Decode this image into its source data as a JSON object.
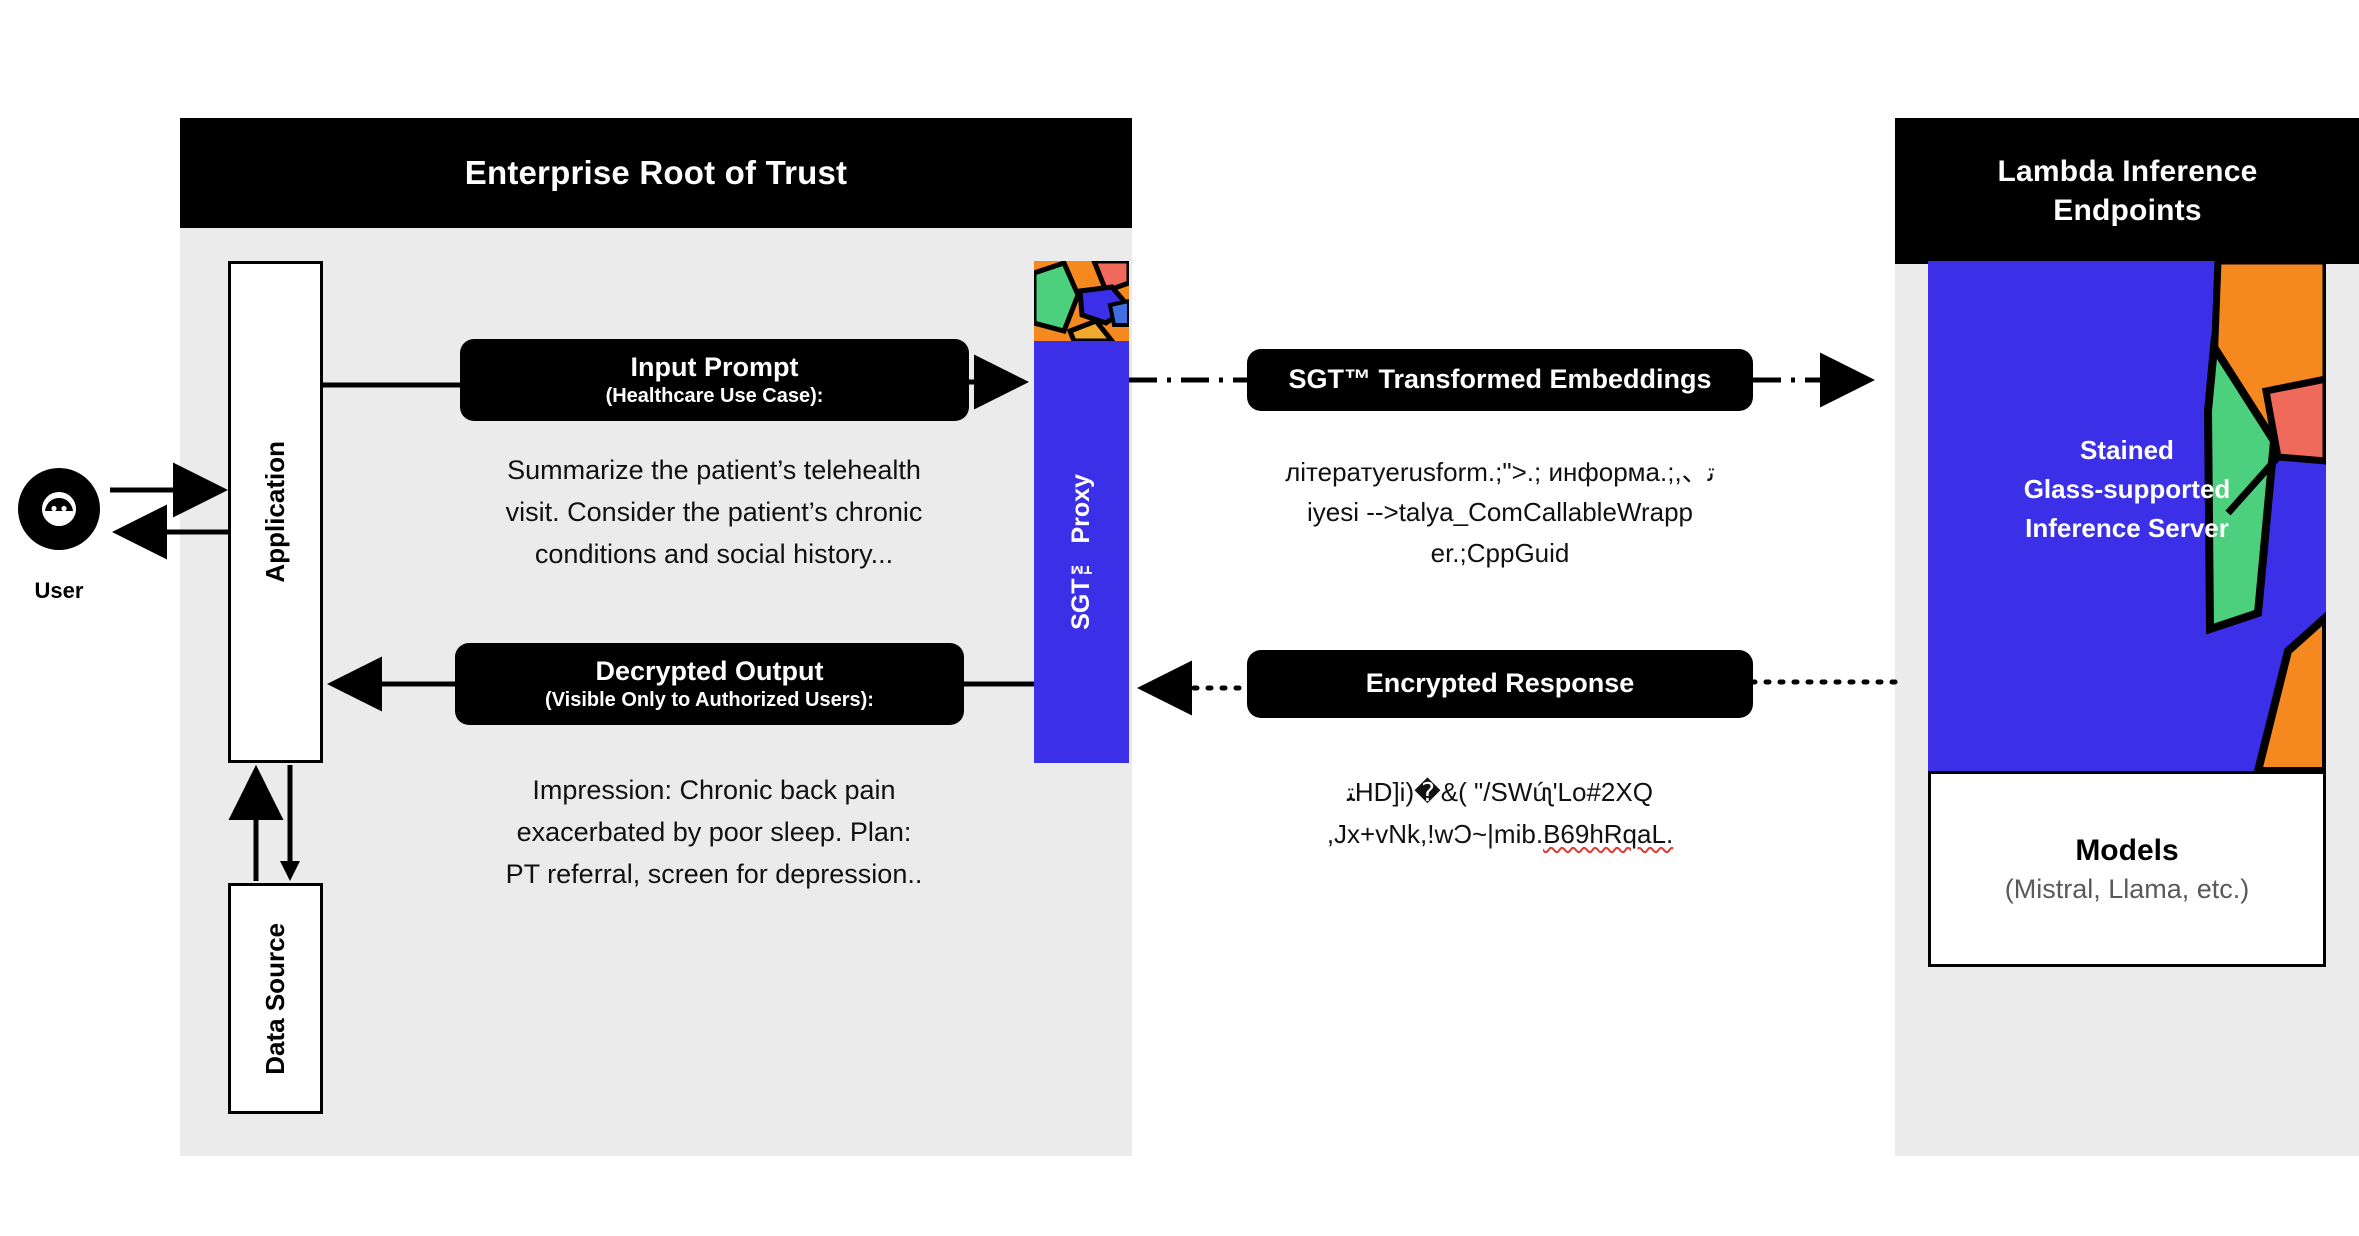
{
  "diagram": {
    "title_left_panel": "Enterprise Root of Trust",
    "title_right_panel_line1": "Lambda Inference",
    "title_right_panel_line2": "Endpoints"
  },
  "user": {
    "label": "User",
    "icon": "user-avatar-icon"
  },
  "application": {
    "label": "Application"
  },
  "data_source": {
    "label": "Data Source"
  },
  "sgt_proxy": {
    "label": "SGT™ Proxy"
  },
  "input_prompt": {
    "title": "Input Prompt",
    "subtitle": "(Healthcare Use Case):",
    "body_line1": "Summarize the patient’s telehealth",
    "body_line2": "visit. Consider the patient’s chronic",
    "body_line3": "conditions and social history..."
  },
  "decrypted_output": {
    "title": "Decrypted Output",
    "subtitle": "(Visible Only to Authorized Users):",
    "body_line1": "Impression: Chronic back pain",
    "body_line2": "exacerbated by poor sleep. Plan:",
    "body_line3": "PT referral, screen for depression.."
  },
  "transformed_embeddings": {
    "title": "SGT™ Transformed Embeddings",
    "body_line1": "літератyerusform.;\">.; информа.;,、ﺗ",
    "body_line2": "iyesi -->talya_ComCallableWrapp",
    "body_line3": "er.;CppGuid"
  },
  "encrypted_response": {
    "title": "Encrypted Response",
    "body_line1": "ﺘHD]i)�&( \"/SWúʅ'Lo#2XQ",
    "body_line2_plain": ",Jx+vNk,!wƆ~|mib.",
    "body_line2_flagged": "B69hRqaL."
  },
  "inference_server": {
    "label_line1": "Stained",
    "label_line2": "Glass-supported",
    "label_line3": "Inference Server"
  },
  "models": {
    "title": "Models",
    "subtitle": "(Mistral, Llama, etc.)"
  },
  "connectors": [
    {
      "name": "user-to-application",
      "style": "solid",
      "direction": "right"
    },
    {
      "name": "application-to-user",
      "style": "solid",
      "direction": "left"
    },
    {
      "name": "application-to-input-prompt",
      "style": "solid",
      "direction": "right"
    },
    {
      "name": "input-prompt-to-sgt-proxy",
      "style": "solid",
      "direction": "right"
    },
    {
      "name": "sgt-proxy-to-embeddings",
      "style": "dash-dot",
      "direction": "right"
    },
    {
      "name": "embeddings-to-inference-endpoints",
      "style": "dash-dot",
      "direction": "right"
    },
    {
      "name": "inference-endpoints-to-encrypted-response",
      "style": "dotted",
      "direction": "left"
    },
    {
      "name": "encrypted-response-to-sgt-proxy",
      "style": "dotted",
      "direction": "left"
    },
    {
      "name": "sgt-proxy-to-decrypted-output",
      "style": "solid",
      "direction": "left"
    },
    {
      "name": "decrypted-output-to-application",
      "style": "solid",
      "direction": "left"
    },
    {
      "name": "data-source-to-application",
      "style": "solid",
      "direction": "up"
    },
    {
      "name": "application-to-data-source",
      "style": "solid",
      "direction": "down"
    }
  ],
  "colors": {
    "panel_background": "#ebebeb",
    "header_background": "#000000",
    "accent_blue": "#3b2fe8",
    "glass_orange": "#f5881f",
    "glass_green": "#4cd07d",
    "glass_salmon": "#ef6a5a",
    "glass_blue_light": "#3f6fe0",
    "glass_amber": "#f0a92e",
    "spellcheck_red": "#e03b2f",
    "text_dark": "#111111",
    "text_muted": "#5a5a5a"
  }
}
